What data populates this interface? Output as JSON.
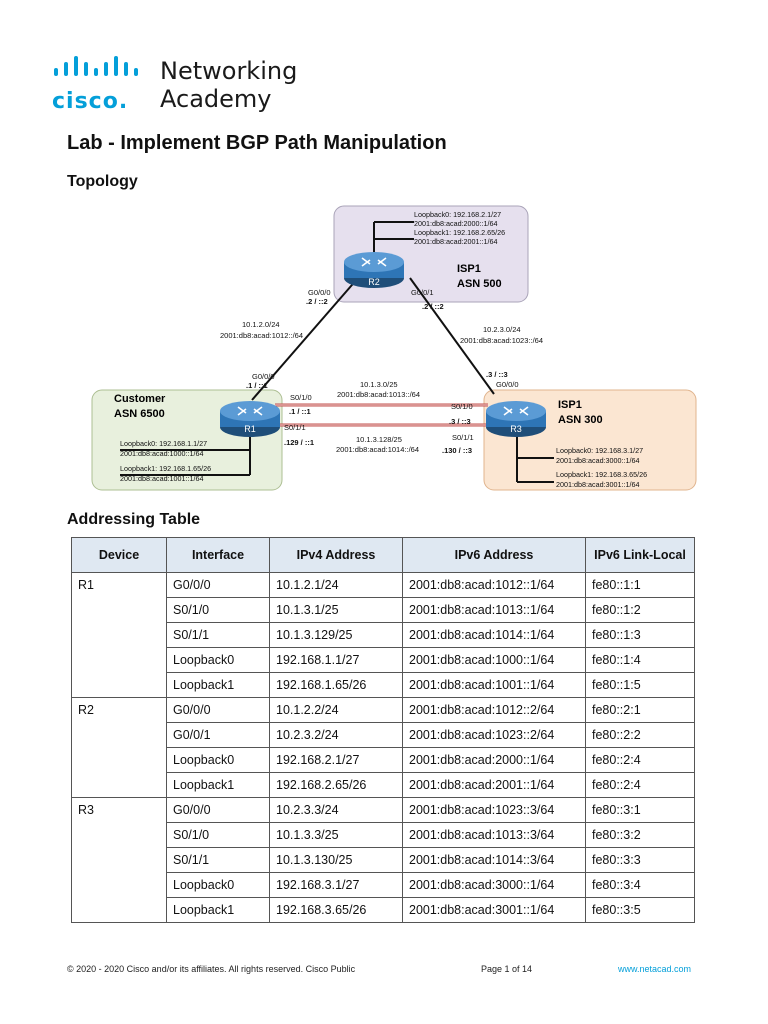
{
  "logo": {
    "line1": "Networking",
    "line2": "Academy",
    "brand": "cisco",
    "brand_suffix": "."
  },
  "title": "Lab - Implement BGP Path Manipulation",
  "topology_heading": "Topology",
  "addressing_heading": "Addressing Table",
  "topology": {
    "r2": {
      "name": "R2",
      "isp": "ISP1",
      "asn": "ASN 500",
      "loopbacks": [
        "Loopback0: 192.168.2.1/27",
        "2001:db8:acad:2000::1/64",
        "Loopback1: 192.168.2.65/26",
        "2001:db8:acad:2001::1/64"
      ],
      "g000": "G0/0/0",
      "g000_addr": ".2 / ::2",
      "g001": "G0/0/1",
      "g001_addr": ".2 / ::2"
    },
    "r1": {
      "name": "R1",
      "cust": "Customer",
      "asn": "ASN 6500",
      "loopbacks": [
        "Loopback0: 192.168.1.1/27",
        "2001:db8:acad:1000::1/64",
        "Loopback1: 192.168.1.65/26",
        "2001:db8:acad:1001::1/64"
      ],
      "g000": "G0/0/0",
      "g000_addr": ".1 / ::1",
      "s010": "S0/1/0",
      "s010_addr": ".1 / ::1",
      "s011": "S0/1/1",
      "s011_addr": ".129 / ::1"
    },
    "r3": {
      "name": "R3",
      "isp": "ISP1",
      "asn": "ASN 300",
      "loopbacks": [
        "Loopback0: 192.168.3.1/27",
        "2001:db8:acad:3000::1/64",
        "Loopback1: 192.168.3.65/26",
        "2001:db8:acad:3001::1/64"
      ],
      "g000": "G0/0/0",
      "g000_addr": ".3 / ::3",
      "s010": "S0/1/0",
      "s010_addr": ".3 / ::3",
      "s011": "S0/1/1",
      "s011_addr": ".130 / ::3"
    },
    "links": {
      "r1r2_net": "10.1.2.0/24",
      "r1r2_v6": "2001:db8:acad:1012::/64",
      "r2r3_net": "10.2.3.0/24",
      "r2r3_v6": "2001:db8:acad:1023::/64",
      "r1r3a_net": "10.1.3.0/25",
      "r1r3a_v6": "2001:db8:acad:1013::/64",
      "r1r3b_net": "10.1.3.128/25",
      "r1r3b_v6": "2001:db8:acad:1014::/64"
    }
  },
  "table": {
    "headers": [
      "Device",
      "Interface",
      "IPv4 Address",
      "IPv6 Address",
      "IPv6 Link-Local"
    ],
    "rows": [
      [
        "R1",
        "G0/0/0",
        "10.1.2.1/24",
        "2001:db8:acad:1012::1/64",
        "fe80::1:1"
      ],
      [
        "",
        "S0/1/0",
        "10.1.3.1/25",
        "2001:db8:acad:1013::1/64",
        "fe80::1:2"
      ],
      [
        "",
        "S0/1/1",
        "10.1.3.129/25",
        "2001:db8:acad:1014::1/64",
        "fe80::1:3"
      ],
      [
        "",
        "Loopback0",
        "192.168.1.1/27",
        "2001:db8:acad:1000::1/64",
        "fe80::1:4"
      ],
      [
        "",
        "Loopback1",
        "192.168.1.65/26",
        "2001:db8:acad:1001::1/64",
        "fe80::1:5"
      ],
      [
        "R2",
        "G0/0/0",
        "10.1.2.2/24",
        "2001:db8:acad:1012::2/64",
        "fe80::2:1"
      ],
      [
        "",
        "G0/0/1",
        "10.2.3.2/24",
        "2001:db8:acad:1023::2/64",
        "fe80::2:2"
      ],
      [
        "",
        "Loopback0",
        "192.168.2.1/27",
        "2001:db8:acad:2000::1/64",
        "fe80::2:4"
      ],
      [
        "",
        "Loopback1",
        "192.168.2.65/26",
        "2001:db8:acad:2001::1/64",
        "fe80::2:4"
      ],
      [
        "R3",
        "G0/0/0",
        "10.2.3.3/24",
        "2001:db8:acad:1023::3/64",
        "fe80::3:1"
      ],
      [
        "",
        "S0/1/0",
        "10.1.3.3/25",
        "2001:db8:acad:1013::3/64",
        "fe80::3:2"
      ],
      [
        "",
        "S0/1/1",
        "10.1.3.130/25",
        "2001:db8:acad:1014::3/64",
        "fe80::3:3"
      ],
      [
        "",
        "Loopback0",
        "192.168.3.1/27",
        "2001:db8:acad:3000::1/64",
        "fe80::3:4"
      ],
      [
        "",
        "Loopback1",
        "192.168.3.65/26",
        "2001:db8:acad:3001::1/64",
        "fe80::3:5"
      ]
    ]
  },
  "footer": {
    "copyright": "© 2020 - 2020 Cisco and/or its affiliates. All rights reserved. Cisco Public",
    "page": "Page 1 of 14",
    "link": "www.netacad.com"
  },
  "colors": {
    "cisco_blue": "#049fd9",
    "table_header": "#dfe8f2",
    "serial_link": "#c0504d"
  }
}
